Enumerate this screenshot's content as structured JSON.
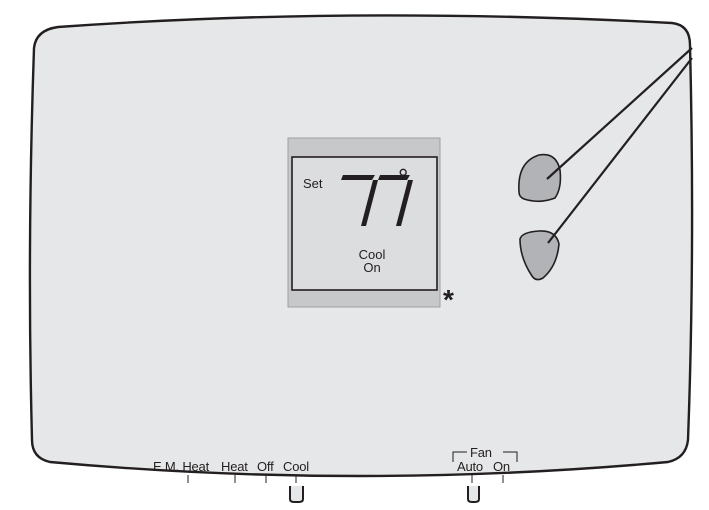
{
  "display": {
    "set_label": "Set",
    "temperature": "77",
    "degree_symbol": "°",
    "mode_text": "Cool",
    "status_text": "On"
  },
  "asterisk": "*",
  "system_switch": {
    "options": [
      "E.M. Heat",
      "Heat",
      "Off",
      "Cool"
    ],
    "selected": "Cool"
  },
  "fan_switch": {
    "group_label": "Fan",
    "options": [
      "Auto",
      "On"
    ],
    "selected": "Auto"
  },
  "colors": {
    "body": "#e6e7e8",
    "outline": "#231f20",
    "bezel": "#c7c8ca",
    "lcd": "#dcddde",
    "button": "#b1b3b6"
  }
}
